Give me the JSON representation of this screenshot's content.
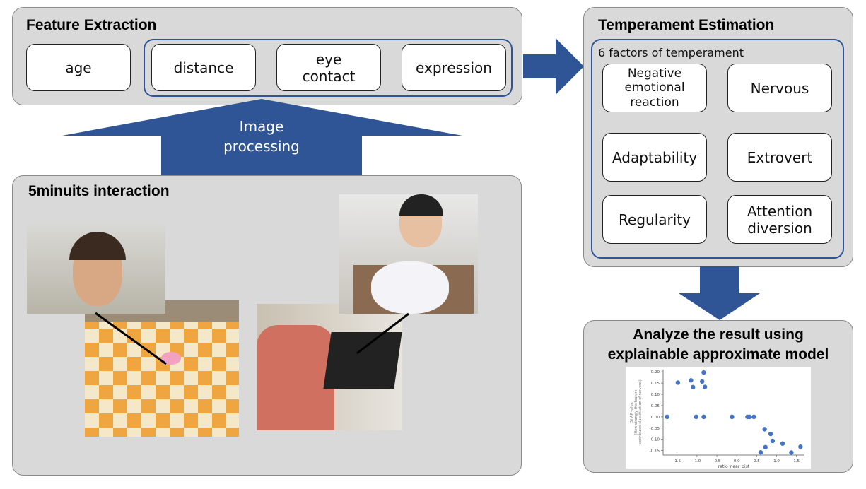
{
  "feature_extraction": {
    "title": "Feature Extraction",
    "items": [
      "age",
      "distance",
      "eye contact",
      "expression"
    ]
  },
  "image_processing": {
    "label_line1": "Image",
    "label_line2": "processing"
  },
  "interaction": {
    "title": "5minuits interaction"
  },
  "temperament": {
    "title": "Temperament Estimation",
    "subtitle": "6 factors of temperament",
    "factors": [
      "Negative emotional reaction",
      "Nervous",
      "Adaptability",
      "Extrovert",
      "Regularity",
      "Attention diversion"
    ]
  },
  "analyze": {
    "title_line1": "Analyze the result using",
    "title_line2": "explainable approximate model"
  },
  "colors": {
    "arrow": "#2f5597",
    "panel": "#d9d9d9",
    "point": "#4472c4"
  },
  "chart_data": {
    "type": "scatter",
    "xlabel": "ratio_near_dist",
    "ylabel_lines": [
      "SHAP value",
      "(How strongly the feature",
      "contributes classification of nervous)"
    ],
    "xlim": [
      -1.85,
      1.7
    ],
    "ylim": [
      -0.17,
      0.21
    ],
    "xticks": [
      -1.5,
      -1.0,
      -0.5,
      0.0,
      0.5,
      1.0,
      1.5
    ],
    "xtick_labels": [
      "-1.5",
      "-1.0",
      "-0.5",
      "0.0",
      "0.5",
      "1.0",
      "1.5"
    ],
    "yticks": [
      -0.15,
      -0.1,
      -0.05,
      0.0,
      0.05,
      0.1,
      0.15,
      0.2
    ],
    "ytick_labels": [
      "-0.15",
      "-0.10",
      "-0.05",
      "0.00",
      "0.05",
      "0.10",
      "0.15",
      "0.20"
    ],
    "points": [
      [
        -1.75,
        0
      ],
      [
        -1.48,
        0.152
      ],
      [
        -1.15,
        0.162
      ],
      [
        -1.1,
        0.132
      ],
      [
        -0.87,
        0.157
      ],
      [
        -0.83,
        0.197
      ],
      [
        -0.8,
        0.133
      ],
      [
        -1.02,
        0
      ],
      [
        -0.83,
        0
      ],
      [
        -0.12,
        0
      ],
      [
        0.27,
        0
      ],
      [
        0.32,
        0
      ],
      [
        0.43,
        0
      ],
      [
        0.7,
        -0.055
      ],
      [
        0.85,
        -0.076
      ],
      [
        0.9,
        -0.107
      ],
      [
        0.72,
        -0.135
      ],
      [
        0.6,
        -0.158
      ],
      [
        1.15,
        -0.119
      ],
      [
        1.37,
        -0.159
      ],
      [
        1.6,
        -0.133
      ]
    ]
  }
}
